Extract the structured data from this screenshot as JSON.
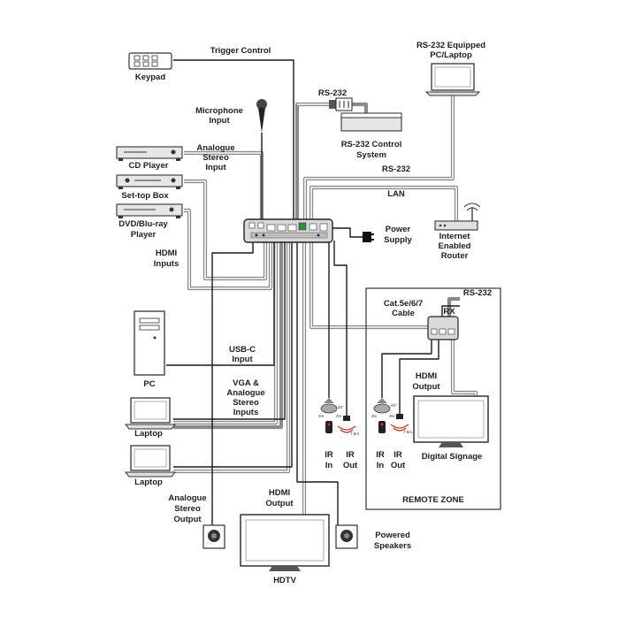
{
  "labels": {
    "trigger_control": "Trigger Control",
    "keypad": "Keypad",
    "microphone_1": "Microphone",
    "microphone_2": "Input",
    "rs232_top": "RS-232",
    "rs232_pc_1": "RS-232 Equipped",
    "rs232_pc_2": "PC/Laptop",
    "rs232_ctrl_1": "RS-232 Control",
    "rs232_ctrl_2": "System",
    "analogue_in_1": "Analogue",
    "analogue_in_2": "Stereo",
    "analogue_in_3": "Input",
    "cd_player": "CD Player",
    "rs232_mid": "RS-232",
    "lan": "LAN",
    "set_top_box": "Set-top Box",
    "dvd_1": "DVD/Blu-ray",
    "dvd_2": "Player",
    "power_1": "Power",
    "power_2": "Supply",
    "router_1": "Internet",
    "router_2": "Enabled",
    "router_3": "Router",
    "hdmi_inputs_1": "HDMI",
    "hdmi_inputs_2": "Inputs",
    "rs232_remote": "RS-232",
    "cat_cable_1": "Cat.5e/6/7",
    "cat_cable_2": "Cable",
    "rx": "RX",
    "usbc_1": "USB-C",
    "usbc_2": "Input",
    "pc": "PC",
    "vga_1": "VGA &",
    "vga_2": "Analogue",
    "vga_3": "Stereo",
    "vga_4": "Inputs",
    "hdmi_output_r1": "HDMI",
    "hdmi_output_r2": "Output",
    "laptop_1": "Laptop",
    "laptop_2": "Laptop",
    "ir_in_1a": "IR",
    "ir_in_1b": "In",
    "ir_out_1a": "IR",
    "ir_out_1b": "Out",
    "ir_in_2a": "IR",
    "ir_in_2b": "In",
    "ir_out_2a": "IR",
    "ir_out_2b": "Out",
    "digital_signage": "Digital Signage",
    "remote_zone": "REMOTE ZONE",
    "analogue_out_1": "Analogue",
    "analogue_out_2": "Stereo",
    "analogue_out_3": "Output",
    "hdmi_output_1": "HDMI",
    "hdmi_output_2": "Output",
    "powered_spk_1": "Powered",
    "powered_spk_2": "Speakers",
    "hdtv": "HDTV"
  },
  "sensor_ticks": {
    "angle": "45°",
    "distance_a": "3m",
    "distance_b": "7.5m"
  },
  "colors": {
    "cable": "#8a8a8a",
    "wire": "#1a1a1a",
    "ir_red": "#c0392b",
    "panel_green": "#3a8a3a"
  }
}
